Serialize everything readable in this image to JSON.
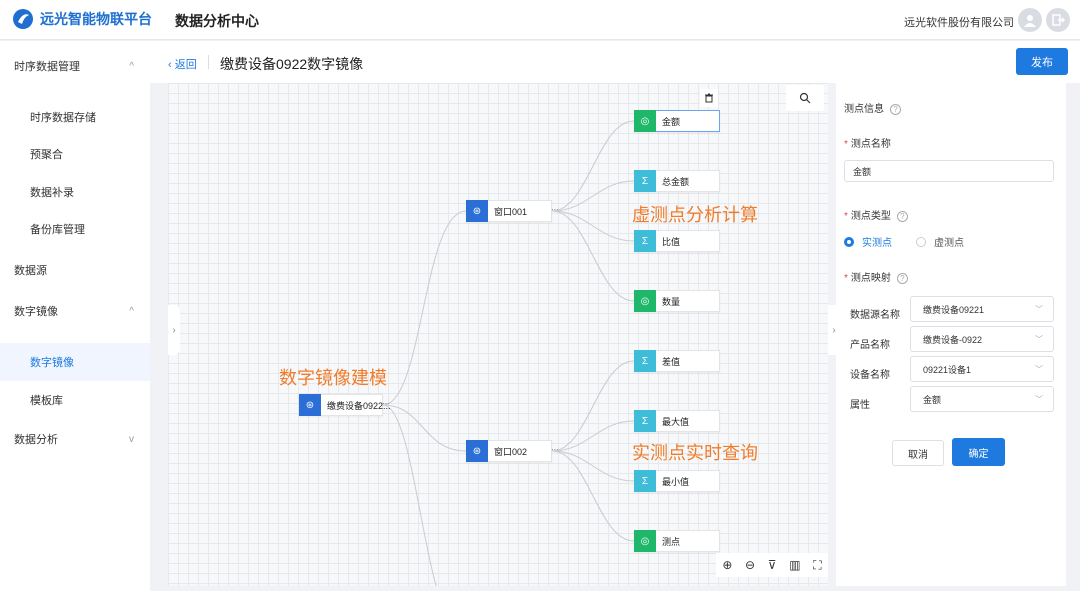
{
  "header": {
    "logo_text": "远光智能物联平台",
    "app_title": "数据分析中心",
    "company": "远光软件股份有限公司"
  },
  "sidebar": {
    "items": [
      {
        "label": "时序数据管理",
        "chevron": "^"
      },
      {
        "label": "时序数据存储"
      },
      {
        "label": "预聚合"
      },
      {
        "label": "数据补录"
      },
      {
        "label": "备份库管理"
      },
      {
        "label": "数据源"
      },
      {
        "label": "数字镜像",
        "chevron": "^"
      },
      {
        "label": "数字镜像"
      },
      {
        "label": "模板库"
      },
      {
        "label": "数据分析",
        "chevron": "v"
      }
    ]
  },
  "page": {
    "back_label": "返回",
    "title": "缴费设备0922数字镜像",
    "publish_label": "发布"
  },
  "graph": {
    "root": {
      "label": "缴费设备0922..."
    },
    "windows": [
      {
        "label": "窗口001"
      },
      {
        "label": "窗口002"
      }
    ],
    "leaves": [
      {
        "label": "金额",
        "kind": "real"
      },
      {
        "label": "总金额",
        "kind": "calc"
      },
      {
        "label": "比值",
        "kind": "calc"
      },
      {
        "label": "数量",
        "kind": "real"
      },
      {
        "label": "差值",
        "kind": "calc"
      },
      {
        "label": "最大值",
        "kind": "calc"
      },
      {
        "label": "最小值",
        "kind": "calc"
      },
      {
        "label": "测点",
        "kind": "real"
      }
    ],
    "annotations": {
      "virtual": "虚测点分析计算",
      "modeling": "数字镜像建模",
      "realtime": "实测点实时查询"
    }
  },
  "panel": {
    "title": "测点信息",
    "name_label": "测点名称",
    "name_value": "金额",
    "type_label": "测点类型",
    "type_options": [
      "实测点",
      "虚测点"
    ],
    "type_selected": "实测点",
    "mapping_label": "测点映射",
    "mapping": [
      {
        "label": "数据源名称",
        "value": "缴费设备09221"
      },
      {
        "label": "产品名称",
        "value": "缴费设备-0922"
      },
      {
        "label": "设备名称",
        "value": "09221设备1"
      },
      {
        "label": "属性",
        "value": "金额"
      }
    ],
    "cancel_label": "取消",
    "confirm_label": "确定"
  },
  "icons": {
    "toolbar": [
      "zoom-in-icon",
      "zoom-out-icon",
      "filter-icon",
      "bar-chart-icon",
      "fit-screen-icon"
    ]
  },
  "colors": {
    "primary": "#1f7ae0",
    "annotation": "#f07c2a",
    "node_window": "#2b6fd6",
    "node_real": "#1fb86b",
    "node_calc": "#3fbdd8"
  }
}
